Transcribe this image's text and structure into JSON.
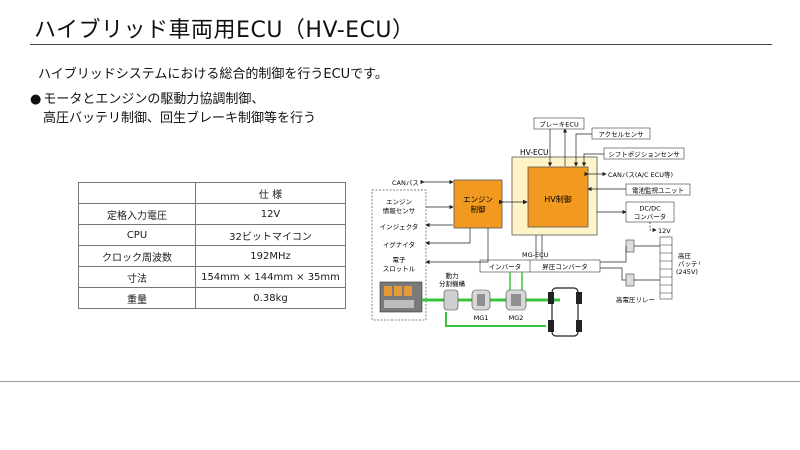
{
  "title": "ハイブリッド車両用ECU（HV-ECU）",
  "lead": "ハイブリッドシステムにおける総合的制御を行うECUです。",
  "bullet": {
    "dot": "●",
    "line1": "モータとエンジンの駆動力協調制御、",
    "line2": "高圧バッテリ制御、回生ブレーキ制御等を行う"
  },
  "spec_table": {
    "header": [
      "",
      "仕 様"
    ],
    "rows": [
      {
        "label": "定格入力電圧",
        "value": "12V"
      },
      {
        "label": "CPU",
        "value": "32ビットマイコン"
      },
      {
        "label": "クロック周波数",
        "value": "192MHz"
      },
      {
        "label": "寸法",
        "value": "154mm × 144mm × 35mm"
      },
      {
        "label": "重量",
        "value": "0.38kg"
      }
    ]
  },
  "diagram": {
    "hv_ecu_group": "HV-ECU",
    "hv_control": "HV制御",
    "engine_control_l1": "エンジン",
    "engine_control_l2": "制御",
    "brake_ecu": "ブレーキECU",
    "accel_sensor": "アクセルセンサ",
    "shift_sensor": "シフトポジションセンサ",
    "can_ac": "CANバス(A/C ECU等)",
    "battery_monitor": "電池監視ユニット",
    "dcdc_l1": "DC/DC",
    "dcdc_l2": "コンバータ",
    "v12": "12V",
    "can_left": "CANバス",
    "engine_sensor_l1": "エンジン",
    "engine_sensor_l2": "情報センサ",
    "injector": "インジェクタ",
    "igniter": "イグナイタ",
    "throttle_l1": "電子",
    "throttle_l2": "スロットル",
    "power_split_l1": "動力",
    "power_split_l2": "分割機構",
    "mg_ecu": "MG-ECU",
    "inverter": "インバータ",
    "boost_converter": "昇圧コンバータ",
    "hv_battery_l1": "高圧",
    "hv_battery_l2": "バッテリ",
    "hv_battery_l3": "(245V)",
    "hv_relay": "高電圧リレー",
    "mg1": "MG1",
    "mg2": "MG2"
  },
  "colors": {
    "orange": "#f29a1f",
    "cream": "#fff3c8",
    "green": "#3cc33c",
    "text": "#1a1a1a"
  }
}
